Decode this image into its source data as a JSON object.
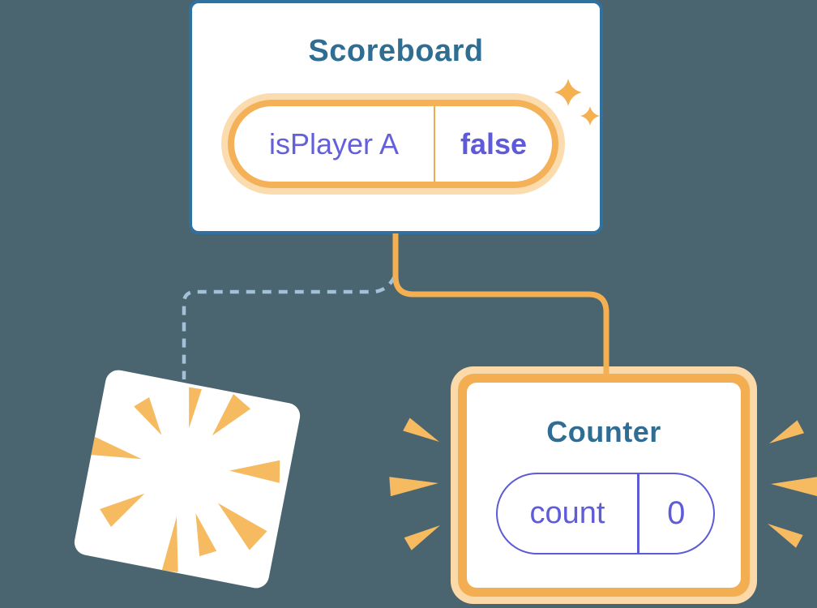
{
  "scoreboard": {
    "title": "Scoreboard",
    "state": {
      "key": "isPlayer A",
      "value": "false"
    }
  },
  "counter": {
    "title": "Counter",
    "state": {
      "key": "count",
      "value": "0"
    }
  },
  "icons": {
    "sparkle_icon": "four-point sparkle star (new state created)",
    "starburst_icon": "radial explosion wedges (component destroyed)",
    "emphasis_burst_icon": "three radiating wedges flanking the Counter card"
  },
  "colors": {
    "background": "#4a6570",
    "card_background": "#ffffff",
    "card_border_blue": "#2f72a2",
    "card_title_blue": "#2f6d93",
    "state_text_purple": "#6460dc",
    "state_value_purple": "#5f5ad9",
    "pill_border_orange": "#f4b158",
    "pill_glow_orange": "#fbdcae",
    "pill_divider_orange": "#f0ab50",
    "counter_pill_purple": "#5d5bd5",
    "connector_solid_orange": "#f3af52",
    "connector_dashed_blue": "#a2c1d8",
    "burst_orange": "#f6ba60"
  }
}
